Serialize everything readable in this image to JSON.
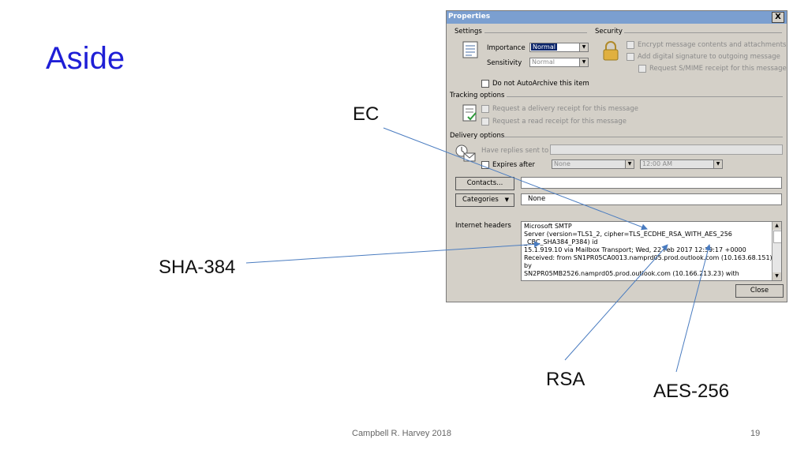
{
  "slide": {
    "title": "Aside",
    "labels": {
      "ec": "EC",
      "sha": "SHA-384",
      "rsa": "RSA",
      "aes": "AES-256"
    },
    "footer": {
      "author": "Campbell R. Harvey 2018",
      "page": "19"
    },
    "title_color": "#1f1fd6",
    "arrow_color": "#4a7cc0"
  },
  "dialog": {
    "title": "Properties",
    "close_glyph": "X",
    "settings": {
      "heading": "Settings",
      "importance_label": "Importance",
      "importance_value": "Normal",
      "sensitivity_label": "Sensitivity",
      "sensitivity_value": "Normal",
      "autoarchive_label": "Do not AutoArchive this item"
    },
    "security": {
      "heading": "Security",
      "encrypt": "Encrypt message contents and attachments",
      "signature": "Add digital signature to outgoing message",
      "smime": "Request S/MIME receipt for this message"
    },
    "tracking": {
      "heading": "Tracking options",
      "delivery_receipt": "Request a delivery receipt for this message",
      "read_receipt": "Request a read receipt for this message"
    },
    "delivery": {
      "heading": "Delivery options",
      "replies_label": "Have replies sent to",
      "expires_label": "Expires after",
      "expires_date": "None",
      "expires_time": "12:00 AM"
    },
    "contacts_button": "Contacts...",
    "categories_button": "Categories",
    "categories_value": "None",
    "headers": {
      "label": "Internet headers",
      "lines": [
        "Microsoft SMTP",
        " Server (version=TLS1_2, cipher=TLS_ECDHE_RSA_WITH_AES_256",
        "_CBC_SHA384_P384) id",
        " 15.1.919.10 via Mailbox Transport; Wed, 22 Feb 2017 12:39:17 +0000",
        "Received: from SN1PR05CA0013.namprd05.prod.outlook.com (10.163.68.151)",
        "by",
        " SN2PR05MB2526.namprd05.prod.outlook.com (10.166.213.23) with"
      ]
    },
    "close_button": "Close"
  }
}
